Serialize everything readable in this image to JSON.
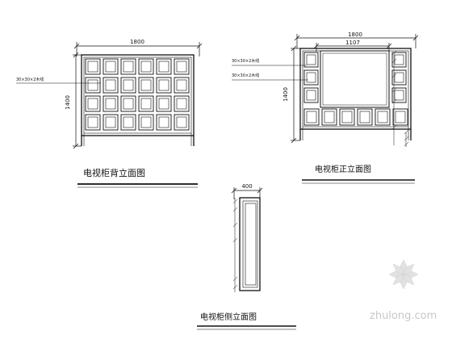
{
  "back_elevation": {
    "width_label": "1800",
    "height_label": "1400",
    "annotation": "30×30×2木线",
    "title": "电视柜背立面图"
  },
  "front_elevation": {
    "width_label": "1800",
    "inner_width_label": "1107",
    "height_label": "1400",
    "annotation_1": "30×30×2木线",
    "annotation_2": "30×30×2木线",
    "title": "电视柜正立面图"
  },
  "side_elevation": {
    "width_label": "400",
    "title": "电视柜侧立面图"
  },
  "watermark": {
    "text": "zhulong.com"
  }
}
